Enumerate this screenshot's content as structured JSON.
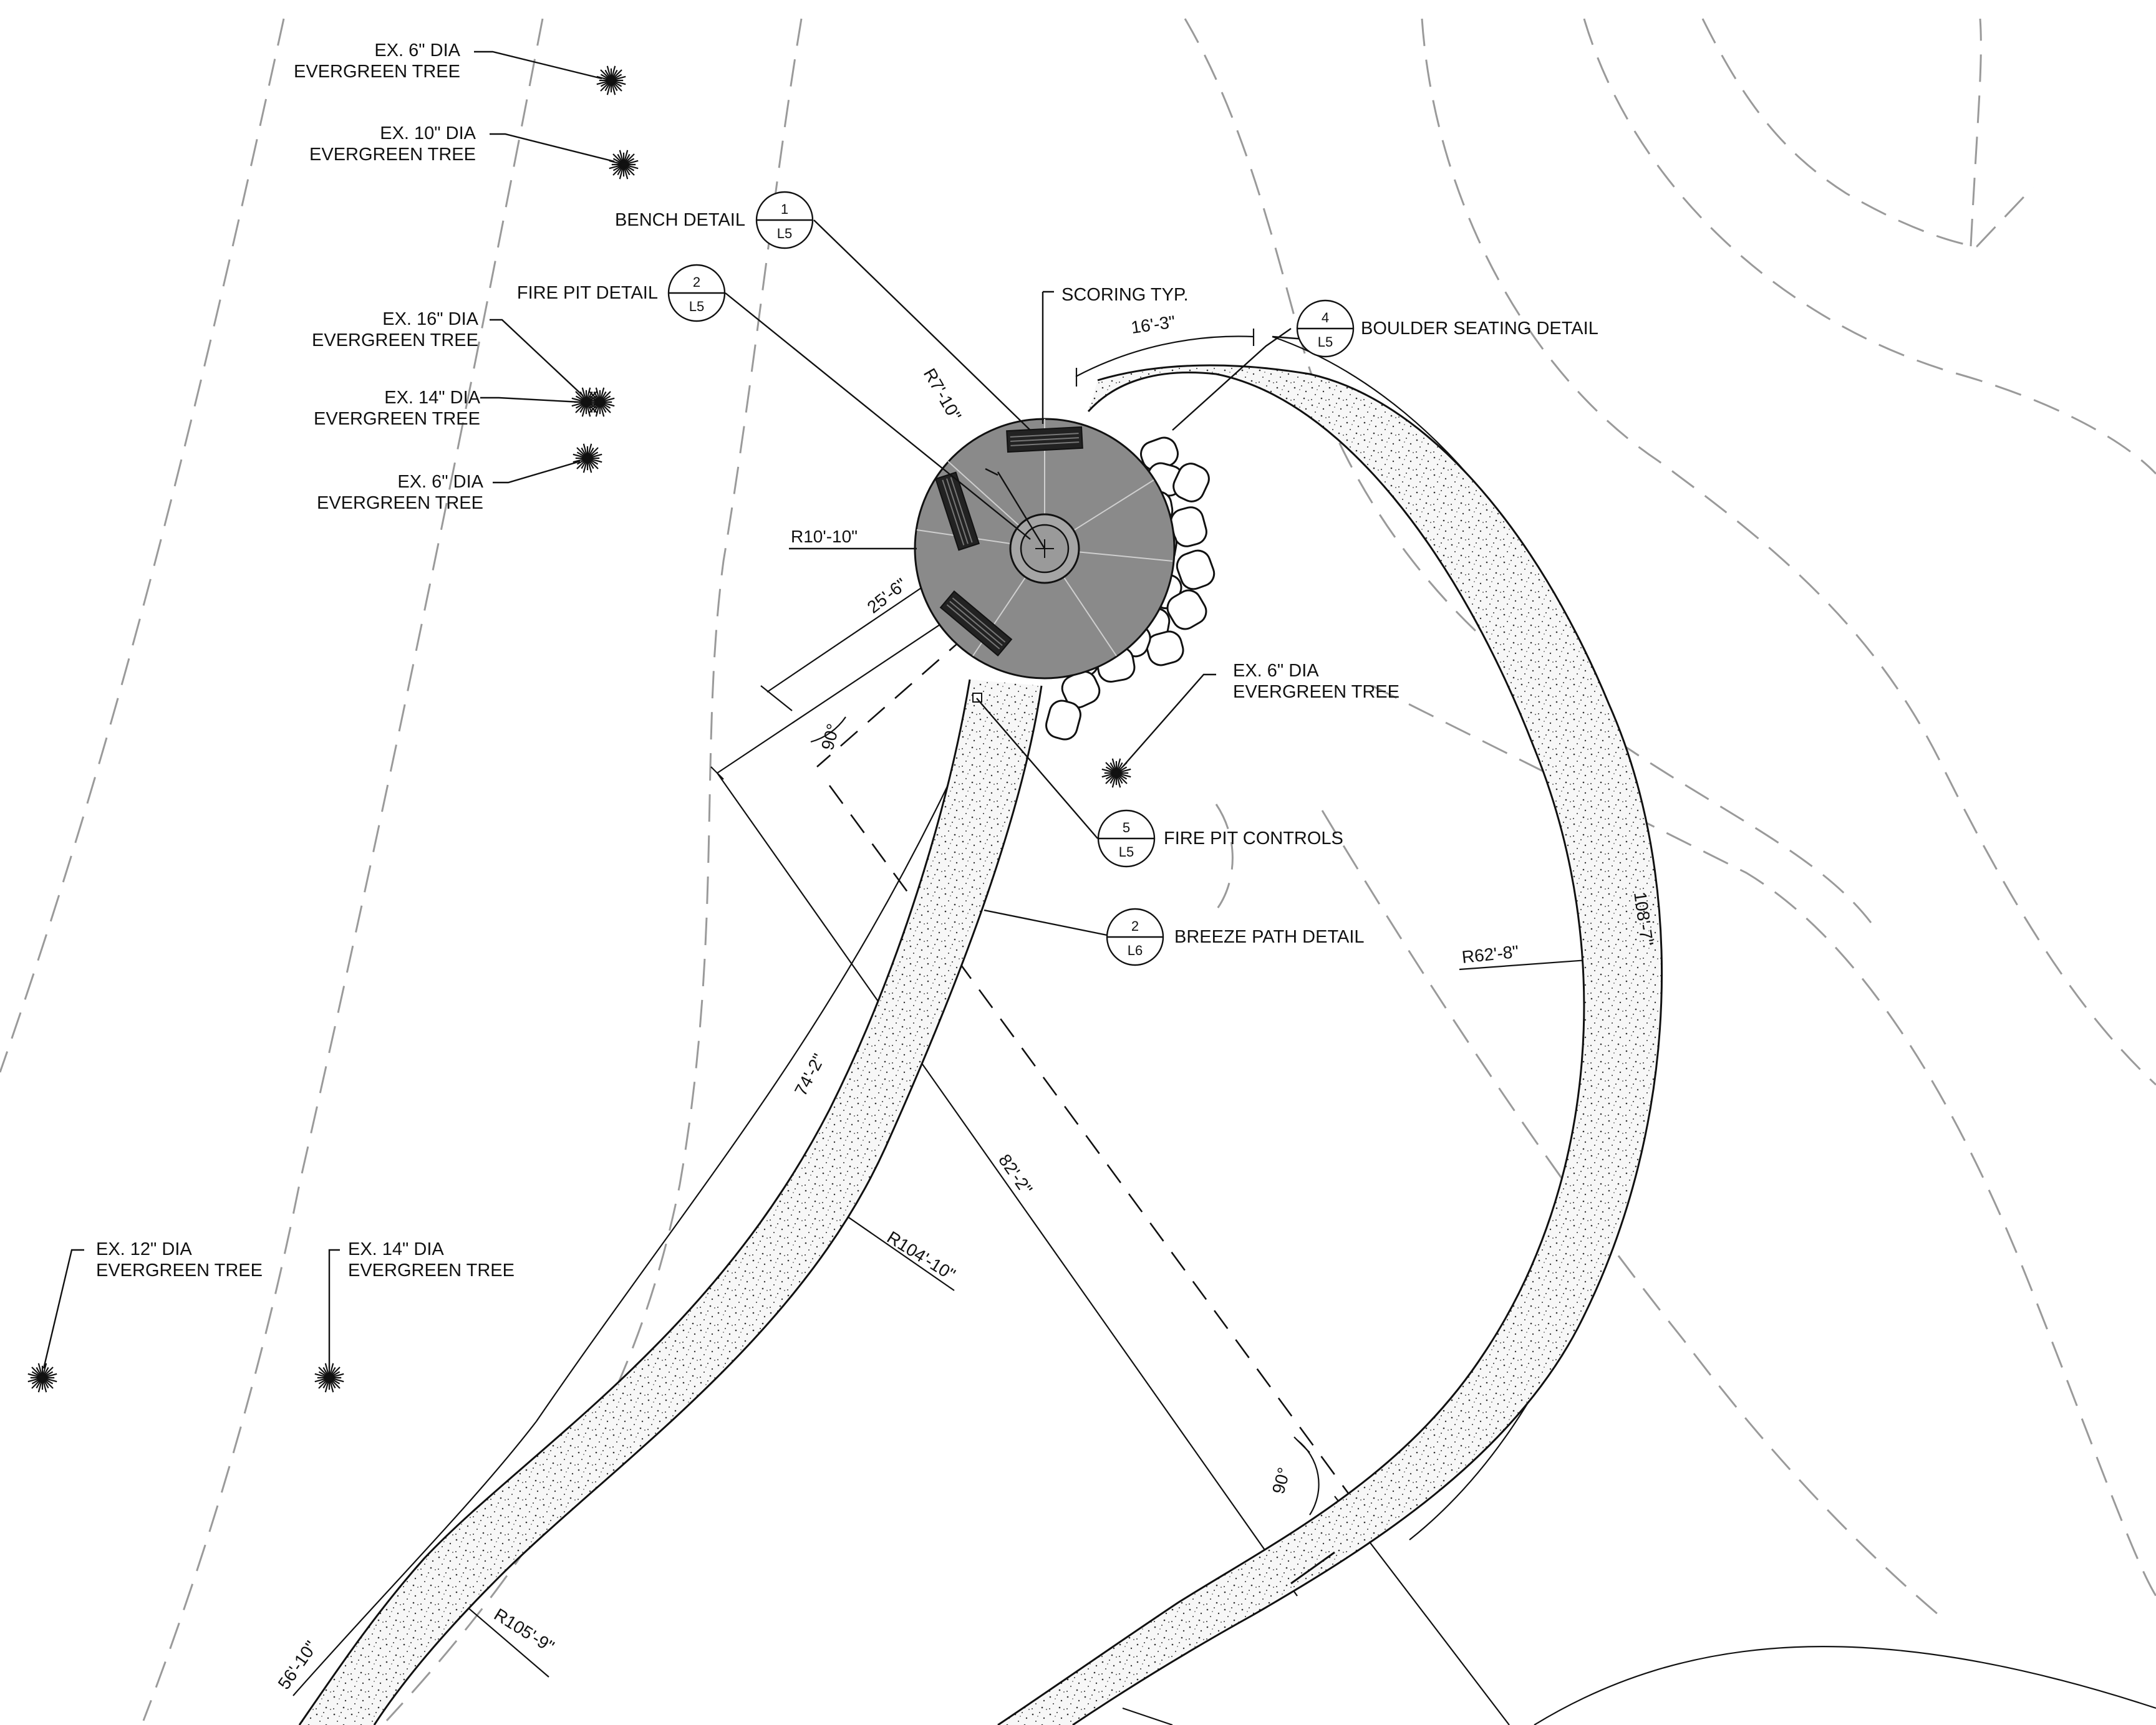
{
  "colors": {
    "ink": "#111111",
    "contour": "#9a9a9a",
    "patio": "#8a8a8a",
    "path_fill": "#f4f4f4"
  },
  "trees": [
    {
      "line1": "EX. 6\" DIA",
      "line2": "EVERGREEN TREE"
    },
    {
      "line1": "EX. 10\" DIA",
      "line2": "EVERGREEN TREE"
    },
    {
      "line1": "EX. 16\" DIA",
      "line2": "EVERGREEN TREE"
    },
    {
      "line1": "EX. 14\" DIA",
      "line2": "EVERGREEN TREE"
    },
    {
      "line1": "EX. 6\" DIA",
      "line2": "EVERGREEN TREE"
    },
    {
      "line1": "EX. 6\" DIA",
      "line2": "EVERGREEN TREE"
    },
    {
      "line1": "EX. 12\" DIA",
      "line2": "EVERGREEN TREE"
    },
    {
      "line1": "EX. 14\" DIA",
      "line2": "EVERGREEN TREE"
    }
  ],
  "callouts": [
    {
      "label": "BENCH DETAIL",
      "number": "1",
      "sheet": "L5"
    },
    {
      "label": "FIRE PIT DETAIL",
      "number": "2",
      "sheet": "L5"
    },
    {
      "label": "BOULDER SEATING DETAIL",
      "number": "4",
      "sheet": "L5"
    },
    {
      "label": "FIRE PIT CONTROLS",
      "number": "5",
      "sheet": "L5"
    },
    {
      "label": "BREEZE PATH DETAIL",
      "number": "2",
      "sheet": "L6"
    }
  ],
  "notes": {
    "scoring": "SCORING TYP."
  },
  "dimensions": {
    "arc_top": "16'-3\"",
    "radius_bench": "R7'-10\"",
    "radius_patio": "R10'-10\"",
    "offset": "25'-6\"",
    "angle_top": "90°",
    "arc_left": "74'-2\"",
    "diag": "82'-2\"",
    "radius_left_outer": "R104'-10\"",
    "radius_left_inner": "R105'-9\"",
    "arc_bottom_left": "56'-10\"",
    "angle_bottom": "90°",
    "radius_right": "R62'-8\"",
    "arc_right": "108'-7\""
  }
}
